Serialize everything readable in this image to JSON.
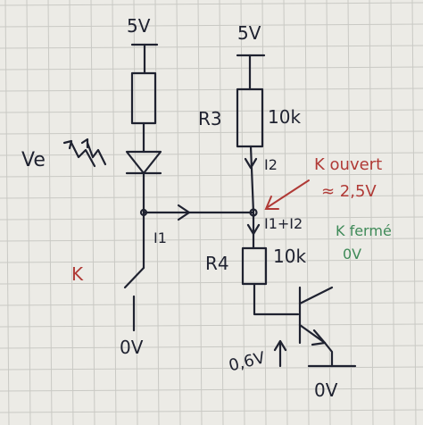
{
  "colors": {
    "paper": "#ecebe6",
    "grid": "#c9c9c4",
    "ink": "#1f2230",
    "annotation_red": "#b03a36",
    "annotation_green": "#3f8a58"
  },
  "labels": {
    "supply_left": "5V",
    "supply_right": "5V",
    "ve": "Ve",
    "r3": "R3",
    "r3_value": "10k",
    "i2": "I2",
    "i1": "I1",
    "i1_plus_i2": "I1+I2",
    "r4": "R4",
    "r4_value": "10k",
    "k_switch": "K",
    "ground_left": "0V",
    "ground_right": "0V",
    "vbe": "0,6V",
    "k_open_line1": "K ouvert",
    "k_open_line2": "≈ 2,5V",
    "k_closed_line1": "K fermé",
    "k_closed_line2": "0V"
  }
}
